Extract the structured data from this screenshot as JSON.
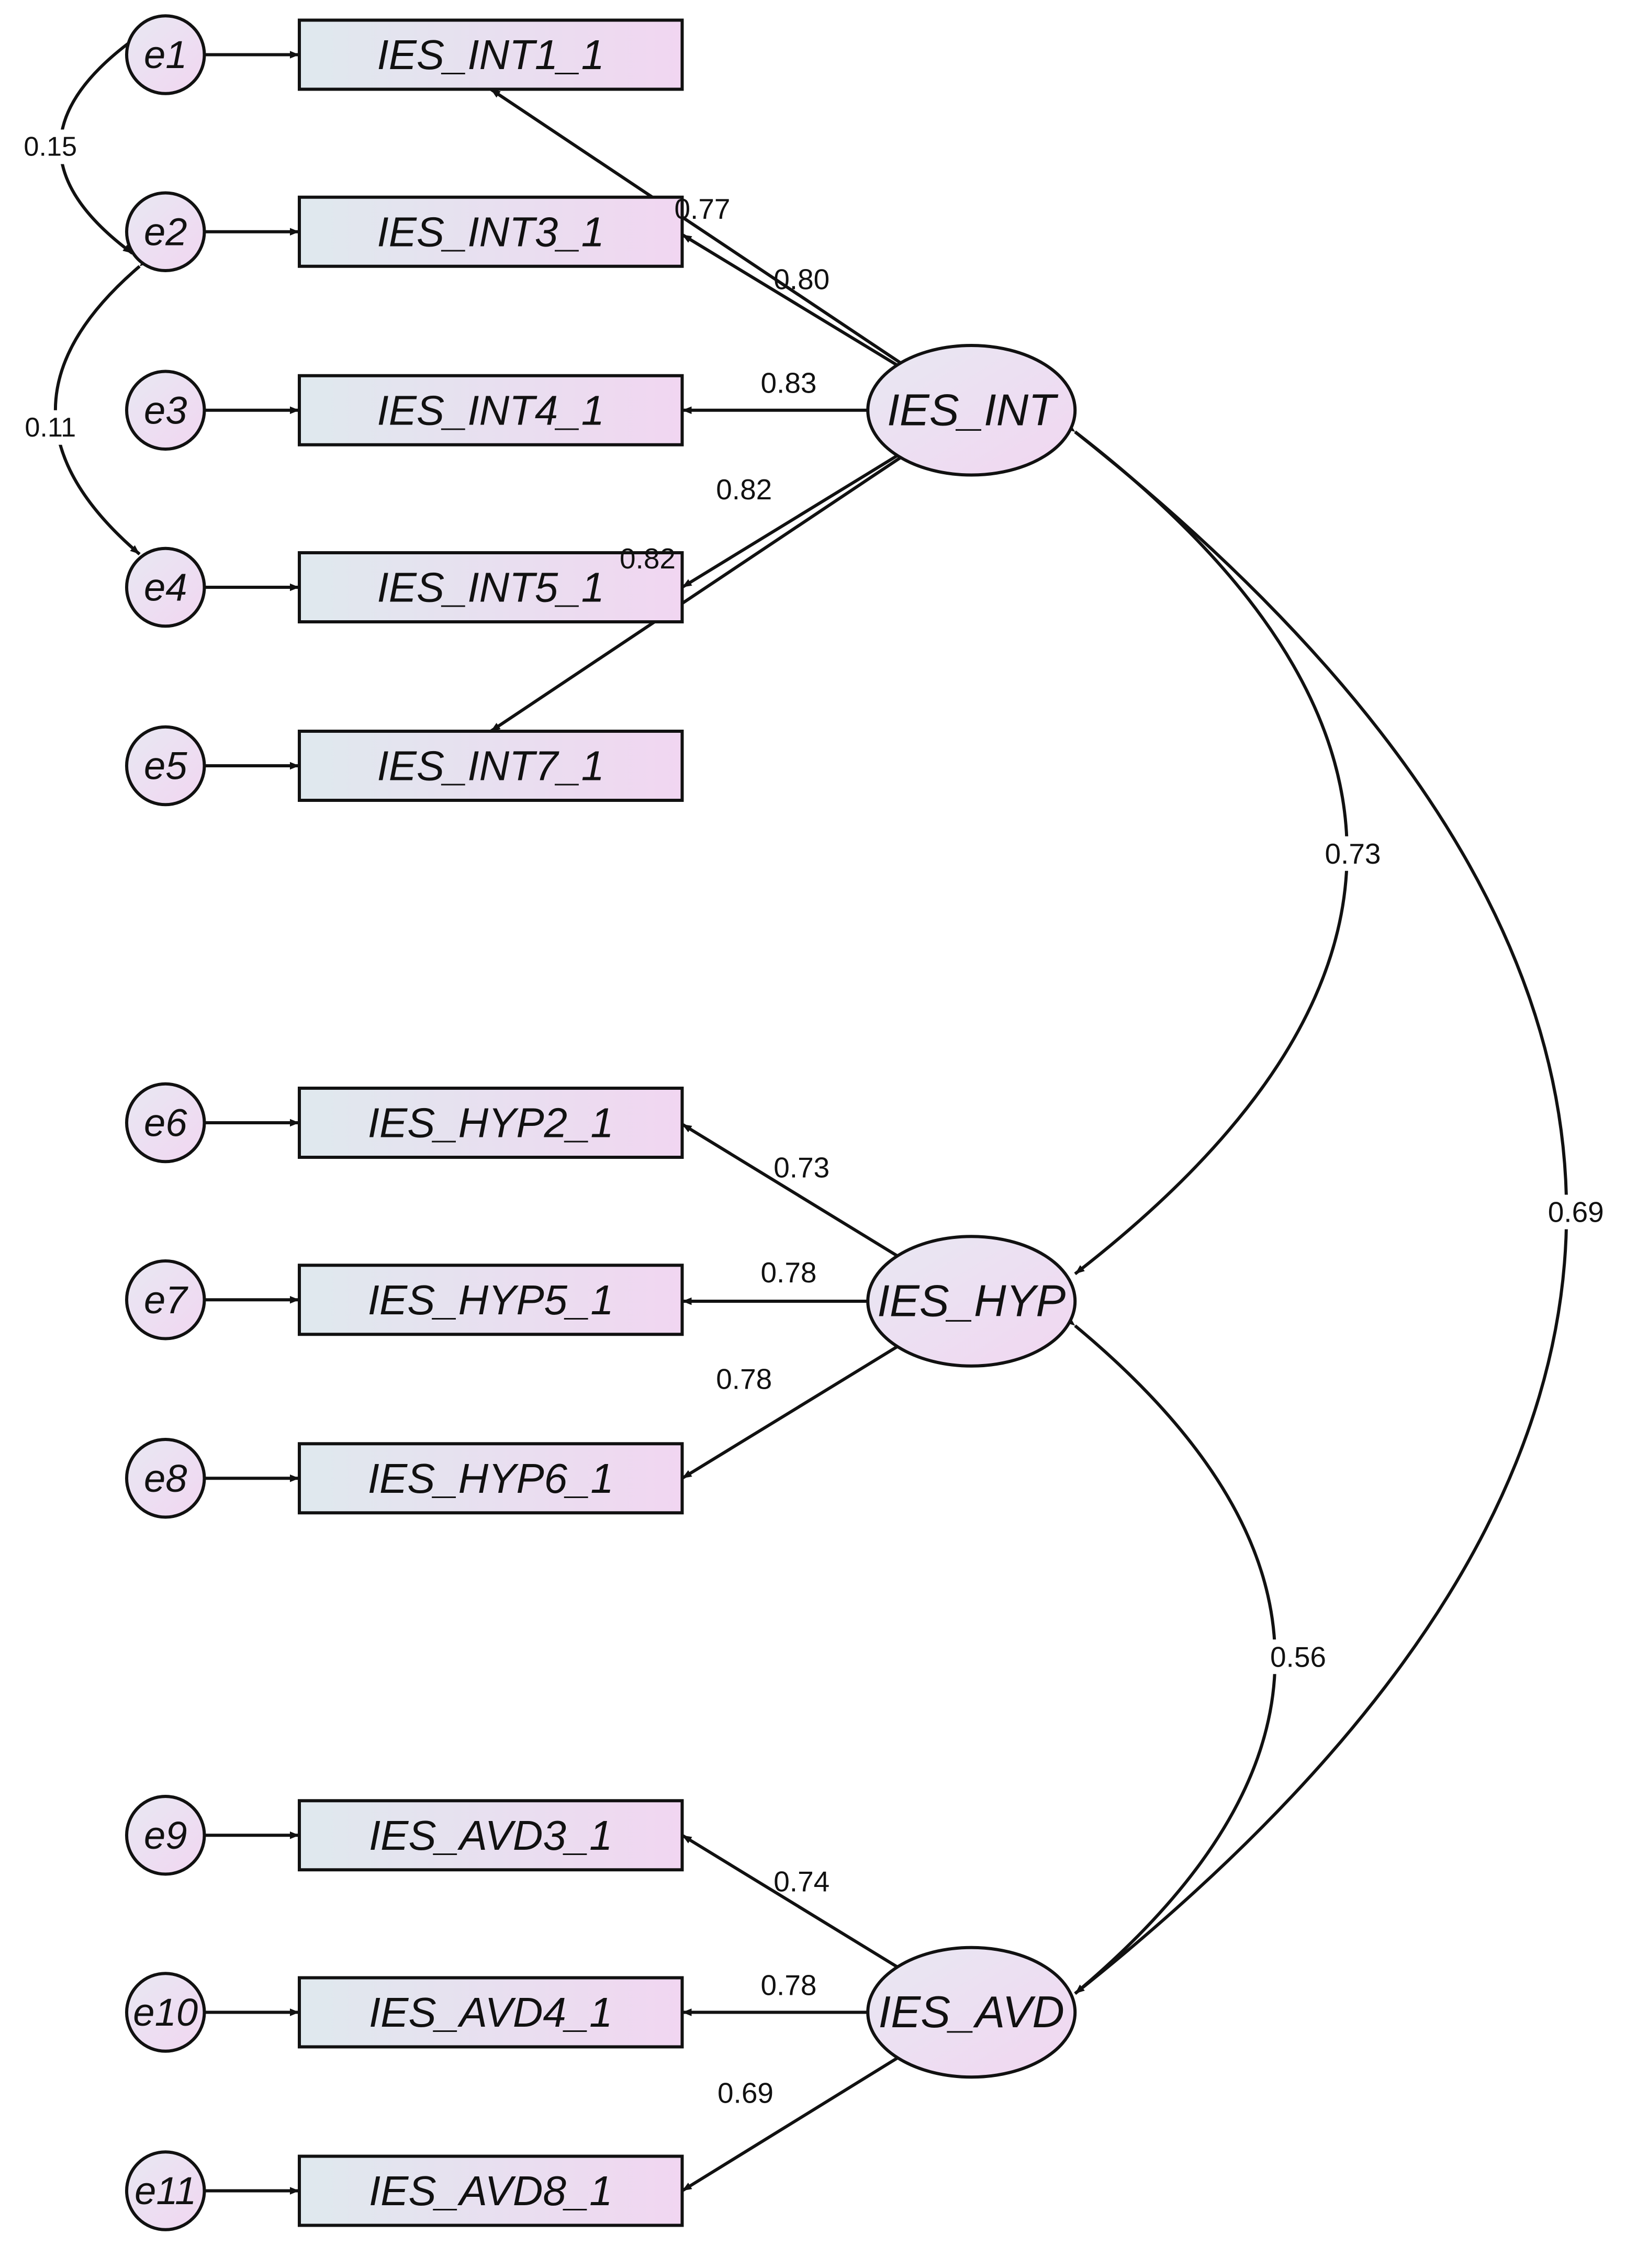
{
  "colors": {
    "stroke": "#111111",
    "box_fill_start": "#dfe9ee",
    "box_fill_end": "#f1d6f1",
    "node_fill_start": "#e8e8f2",
    "node_fill_end": "#f1d6f1",
    "background": "#ffffff"
  },
  "errors": [
    {
      "id": "e1",
      "label": "e1"
    },
    {
      "id": "e2",
      "label": "e2"
    },
    {
      "id": "e3",
      "label": "e3"
    },
    {
      "id": "e4",
      "label": "e4"
    },
    {
      "id": "e5",
      "label": "e5"
    },
    {
      "id": "e6",
      "label": "e6"
    },
    {
      "id": "e7",
      "label": "e7"
    },
    {
      "id": "e8",
      "label": "e8"
    },
    {
      "id": "e9",
      "label": "e9"
    },
    {
      "id": "e10",
      "label": "e10"
    },
    {
      "id": "e11",
      "label": "e11"
    }
  ],
  "indicators": [
    {
      "label": "IES_INT1_1",
      "factor": "IES_INT",
      "loading": "0.77",
      "error": "e1"
    },
    {
      "label": "IES_INT3_1",
      "factor": "IES_INT",
      "loading": "0.80",
      "error": "e2"
    },
    {
      "label": "IES_INT4_1",
      "factor": "IES_INT",
      "loading": "0.83",
      "error": "e3"
    },
    {
      "label": "IES_INT5_1",
      "factor": "IES_INT",
      "loading": "0.82",
      "error": "e4"
    },
    {
      "label": "IES_INT7_1",
      "factor": "IES_INT",
      "loading": "0.82",
      "error": "e5"
    },
    {
      "label": "IES_HYP2_1",
      "factor": "IES_HYP",
      "loading": "0.73",
      "error": "e6"
    },
    {
      "label": "IES_HYP5_1",
      "factor": "IES_HYP",
      "loading": "0.78",
      "error": "e7"
    },
    {
      "label": "IES_HYP6_1",
      "factor": "IES_HYP",
      "loading": "0.78",
      "error": "e8"
    },
    {
      "label": "IES_AVD3_1",
      "factor": "IES_AVD",
      "loading": "0.74",
      "error": "e9"
    },
    {
      "label": "IES_AVD4_1",
      "factor": "IES_AVD",
      "loading": "0.78",
      "error": "e10"
    },
    {
      "label": "IES_AVD8_1",
      "factor": "IES_AVD",
      "loading": "0.69",
      "error": "e11"
    }
  ],
  "factors": [
    {
      "id": "IES_INT",
      "label": "IES_INT"
    },
    {
      "id": "IES_HYP",
      "label": "IES_HYP"
    },
    {
      "id": "IES_AVD",
      "label": "IES_AVD"
    }
  ],
  "factor_correlations": [
    {
      "from": "IES_INT",
      "to": "IES_HYP",
      "value": "0.73"
    },
    {
      "from": "IES_INT",
      "to": "IES_AVD",
      "value": "0.69"
    },
    {
      "from": "IES_HYP",
      "to": "IES_AVD",
      "value": "0.56"
    }
  ],
  "error_covariances": [
    {
      "from": "e1",
      "to": "e2",
      "value": "0.15"
    },
    {
      "from": "e2",
      "to": "e4",
      "value": "0.11"
    }
  ]
}
